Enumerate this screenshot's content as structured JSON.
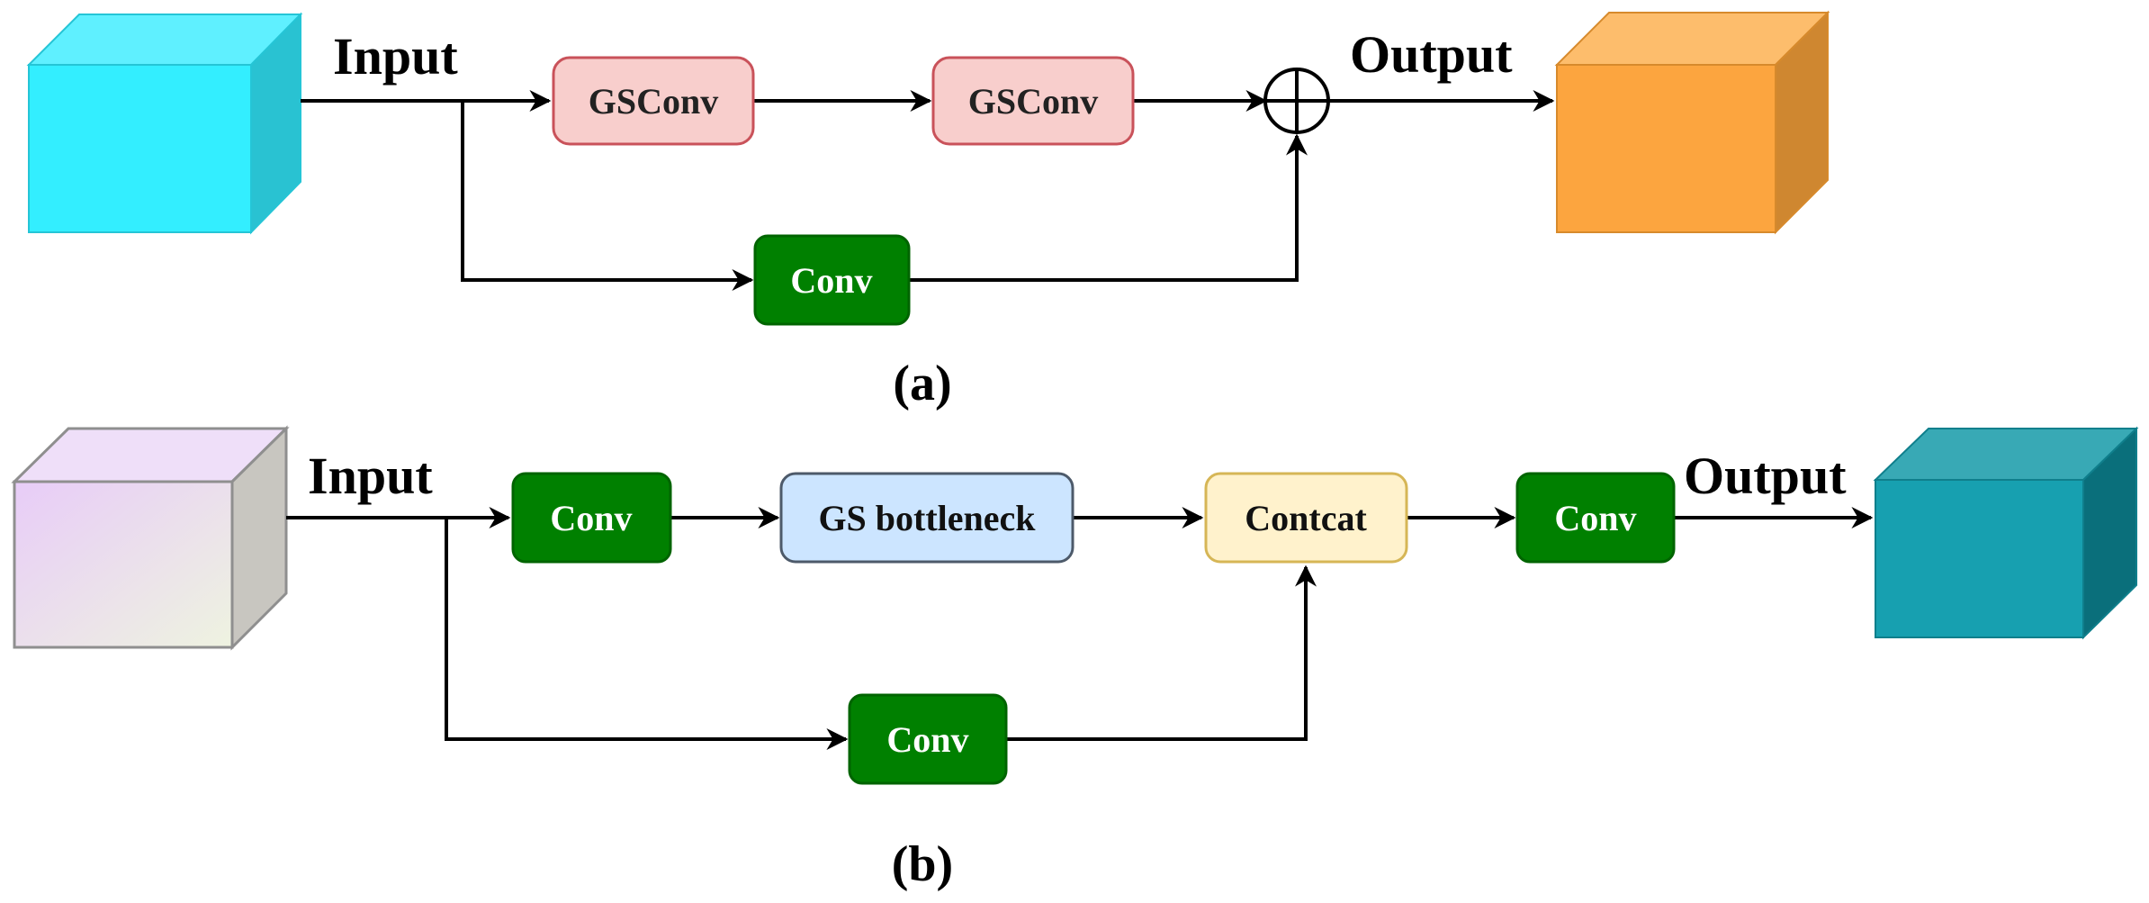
{
  "diagram_a": {
    "input_label": "Input",
    "output_label": "Output",
    "caption": "(a)",
    "nodes": {
      "gsconv_1": "GSConv",
      "gsconv_2": "GSConv",
      "conv_skip": "Conv"
    },
    "combine_op": "add-circle",
    "colors": {
      "input_cube": "#33eeff",
      "output_cube": "#fca53f",
      "gsconv_fill": "#f8cecc",
      "gsconv_border": "#c9525a",
      "conv_fill": "#008000"
    }
  },
  "diagram_b": {
    "input_label": "Input",
    "output_label": "Output",
    "caption": "(b)",
    "nodes": {
      "conv_in": "Conv",
      "gs_bottleneck": "GS bottleneck",
      "concat": "Contcat",
      "conv_out": "Conv",
      "conv_skip": "Conv"
    },
    "colors": {
      "input_cube": "#e8d0f8",
      "output_cube": "#17a0b0",
      "conv_fill": "#008000",
      "bottleneck_fill": "#cce5ff",
      "bottleneck_border": "#4d5a6a",
      "concat_fill": "#fff2cc",
      "concat_border": "#d6b656"
    }
  }
}
